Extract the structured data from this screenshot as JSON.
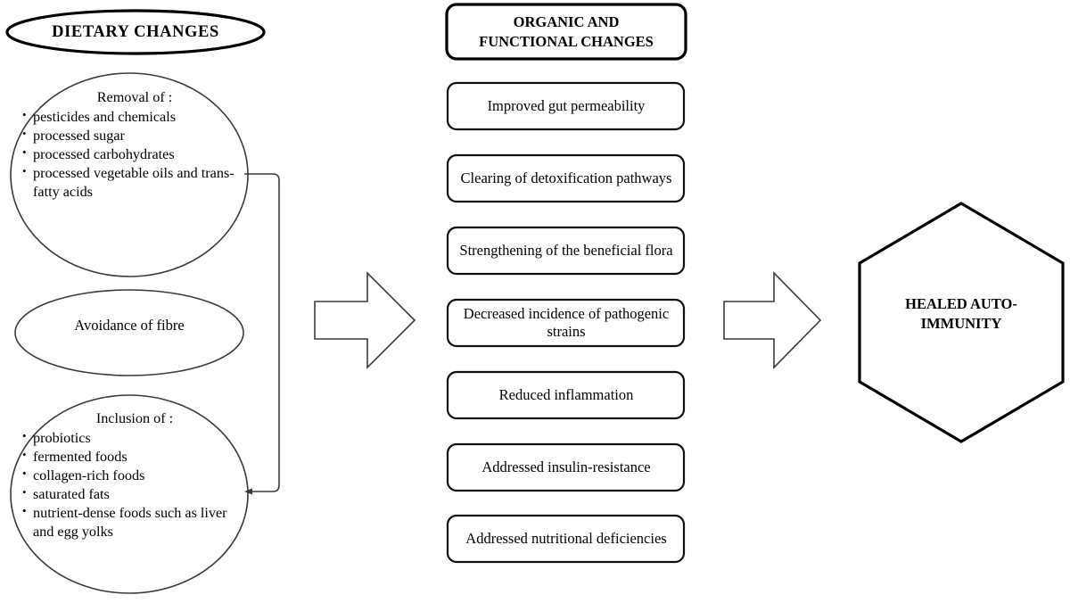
{
  "diagram": {
    "title_left": "DIETARY  CHANGES",
    "title_middle_line1": "ORGANIC AND",
    "title_middle_line2": "FUNCTIONAL CHANGES",
    "outcome_line1": "HEALED AUTO-",
    "outcome_line2": "IMMUNITY",
    "colors": {
      "stroke_dark": "#000000",
      "stroke_grey": "#3a3a3a",
      "background": "#ffffff"
    }
  },
  "left_column": {
    "removal": {
      "heading": "Removal of :",
      "items": [
        "pesticides and chemicals",
        "processed sugar",
        "processed carbohydrates",
        "processed vegetable oils and trans-fatty acids"
      ]
    },
    "avoidance": {
      "label": "Avoidance of fibre"
    },
    "inclusion": {
      "heading": "Inclusion of :",
      "items": [
        "probiotics",
        "fermented foods",
        "collagen-rich foods",
        "saturated fats",
        "nutrient-dense foods such as liver and egg yolks"
      ]
    }
  },
  "middle_column": {
    "steps": [
      "Improved gut permeability",
      "Clearing of detoxification pathways",
      "Strengthening of the beneficial flora",
      "Decreased incidence of pathogenic strains",
      "Reduced inflammation",
      "Addressed insulin-resistance",
      "Addressed nutritional deficiencies"
    ]
  },
  "arrows": {
    "left_arrow_name": "right-pointing-arrow",
    "right_arrow_name": "right-pointing-arrow"
  }
}
